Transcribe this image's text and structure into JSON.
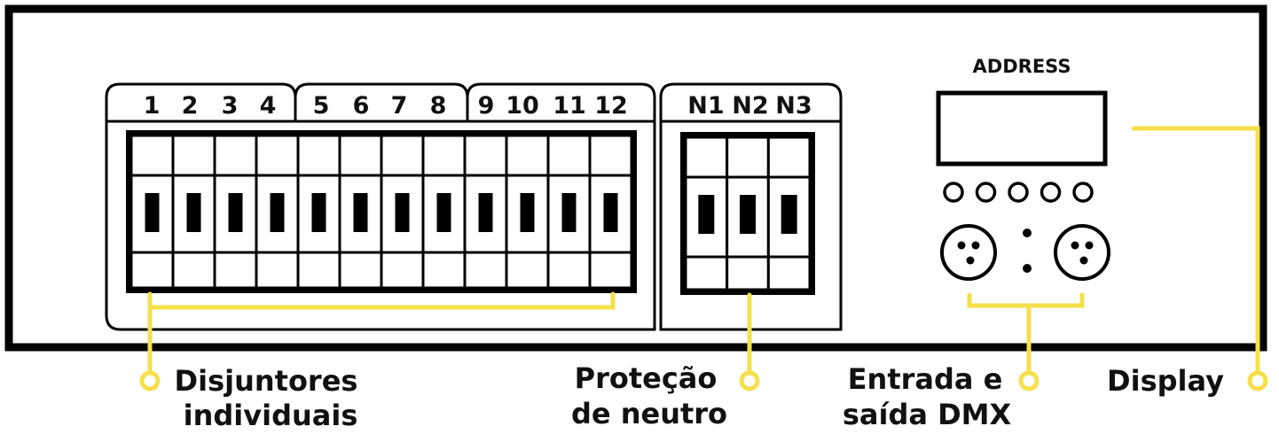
{
  "panel": {
    "breaker_groups": [
      {
        "channels": [
          "1",
          "2",
          "3",
          "4"
        ]
      },
      {
        "channels": [
          "5",
          "6",
          "7",
          "8"
        ]
      },
      {
        "channels": [
          "9",
          "10",
          "11",
          "12"
        ]
      }
    ],
    "neutral_channels": [
      "N1",
      "N2",
      "N3"
    ],
    "address_label": "ADDRESS",
    "indicator_leds": 5,
    "dmx_connectors": 2
  },
  "callouts": {
    "breakers": {
      "line1": "Disjuntores",
      "line2": "individuais"
    },
    "neutral": {
      "line1": "Proteção",
      "line2": "de neutro"
    },
    "dmx": {
      "line1": "Entrada e",
      "line2": "saída DMX"
    },
    "display": {
      "line1": "Display"
    }
  },
  "colors": {
    "frame": "#000000",
    "callout": "#f5e04a",
    "background": "#ffffff"
  }
}
